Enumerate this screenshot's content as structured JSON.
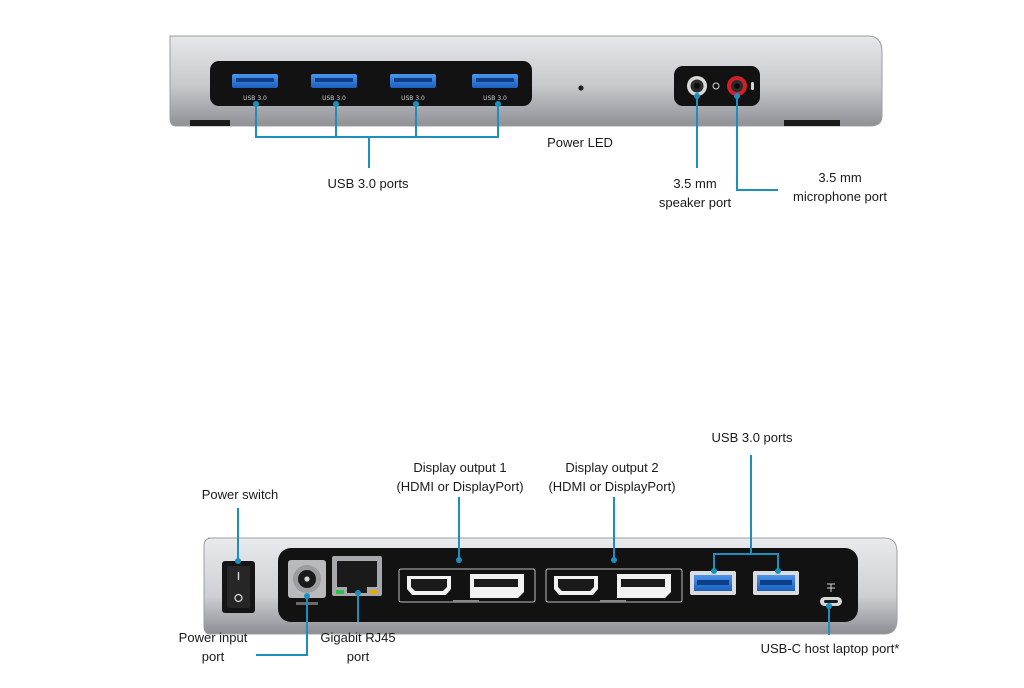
{
  "front_view": {
    "port_text": "USB 3.0",
    "labels": {
      "usb_ports": "USB 3.0 ports",
      "power_led": "Power LED",
      "speaker_port": [
        "3.5 mm",
        "speaker port"
      ],
      "microphone_port": [
        "3.5 mm",
        "microphone port"
      ]
    }
  },
  "rear_view": {
    "labels": {
      "power_switch": "Power switch",
      "display_output_1": [
        "Display output 1",
        "(HDMI or DisplayPort)"
      ],
      "display_output_2": [
        "Display output 2",
        "(HDMI or DisplayPort)"
      ],
      "usb_ports": "USB 3.0 ports",
      "power_input": [
        "Power input",
        "port"
      ],
      "rj45": [
        "Gigabit RJ45",
        "port"
      ],
      "usbc_host": "USB-C host laptop port*"
    }
  },
  "colors": {
    "callout_line": "#1a8fc0",
    "usb_blue": "#1f6fd1",
    "mic_red": "#d0212a",
    "panel_black": "#121212",
    "chassis_silver": "#c9cacd"
  }
}
